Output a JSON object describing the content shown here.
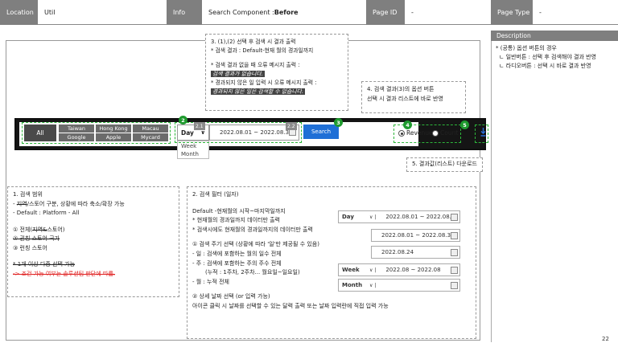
{
  "header": {
    "location_label": "Location",
    "location_value": "Util",
    "info_label": "Info",
    "info_value_prefix": "Search Component : ",
    "info_value_bold": "Before",
    "pageid_label": "Page ID",
    "pageid_value": "-",
    "pagetype_label": "Page Type",
    "pagetype_value": "-"
  },
  "description": {
    "title": "Description",
    "lines": [
      "* (공통) 옵션 버튼의 경우",
      "ㄴ 일반버튼 : 선택 후 검색해야 결과 반영",
      "ㄴ 라디오버튼 : 선택 시 바로 결과 반영"
    ]
  },
  "searchbar": {
    "all_label": "All",
    "platforms": [
      "Taiwan",
      "Hong Kong",
      "Macau",
      "Google",
      "Apple",
      "Mycard"
    ],
    "period_selected": "Day",
    "period_options": [
      "Week",
      "Month"
    ],
    "date_range": "2022.08.01 ~ 2022.08.31",
    "search_label": "Search",
    "radio_revenue": "Revenue",
    "radio_count": "Count",
    "badges": [
      "2",
      "2.1",
      "2.2",
      "3",
      "4",
      "5"
    ]
  },
  "callout_result": {
    "lines": [
      "3. (1),(2) 선택 후 검색 시 결과 출력",
      "* 검색 결과 : Default-현재 월의 경과일까지",
      "",
      "* 검색 결과 없을 때 오류 메시지 출력 :",
      "검색 결과가 없습니다.",
      "* 경과되지 않은 일 입력 시 오류 메시지 출력 :",
      "경과되지 않은 일은 검색할 수 없습니다."
    ]
  },
  "callout_option": {
    "line1": "4. 검색 결과(3)의 옵션 버튼",
    "line2": "선택 시 결과 리스트에 바로 반영"
  },
  "callout_download": {
    "text": "5. 결과값(리스트) 다운로드"
  },
  "callout_range": {
    "title": "1. 검색 범위",
    "line1_strike": "지역",
    "line1_rest": "/스토어 구분, 상황에 따라 축소/확장 가능",
    "line2": "- Default : Platform - All",
    "item1_prefix": "① 전체(",
    "item1_strike": "지역&",
    "item1_suffix": "스토어)",
    "item2_strike": "② 권칭 스토어 국가",
    "item3": "③ 런칭 스토어",
    "note1_strike": "* 1개 이상 다중 선택 가능",
    "note2_red_strike": "-> 조건 가능 여부는 솔루션팀 판단에 따름."
  },
  "callout_filter": {
    "title": "2. 검색 필터 (일자)",
    "lines": [
      "Default -현재월의 시작~마지막일까지",
      "* 현재월의 경과일까지 데이터만 출력",
      "* 검색시에도 현재월의 경과일까지의 데이터만 출력",
      "",
      "① 검색 주기 선택 (상황에 따라 '일'만 제공될 수 있음)",
      "- 일 : 검색에 포함하는 월의 일수 전체",
      "- 주 : 검색에 포함하는 주의 주수 전체",
      "(누적 : 1주차, 2주차... 월요일~일요일)",
      "- 월 : 누적 전체",
      "",
      "② 상세 날짜 선택 (or 입력 가능)",
      "아이콘 클릭 시 날짜를 선택할 수 있는 달력 출력 또는 날짜 입력란에 직접 입력 가능"
    ]
  },
  "filter_examples": {
    "day_label": "Day",
    "day_range": "2022.08.01 ~ 2022.08.31",
    "range2": "2022.08.01 ~ 2022.08.31",
    "single_date": "2022.08.24",
    "week_label": "Week",
    "week_range": "2022.08 ~ 2022.08",
    "month_label": "Month"
  },
  "page_number": "22"
}
